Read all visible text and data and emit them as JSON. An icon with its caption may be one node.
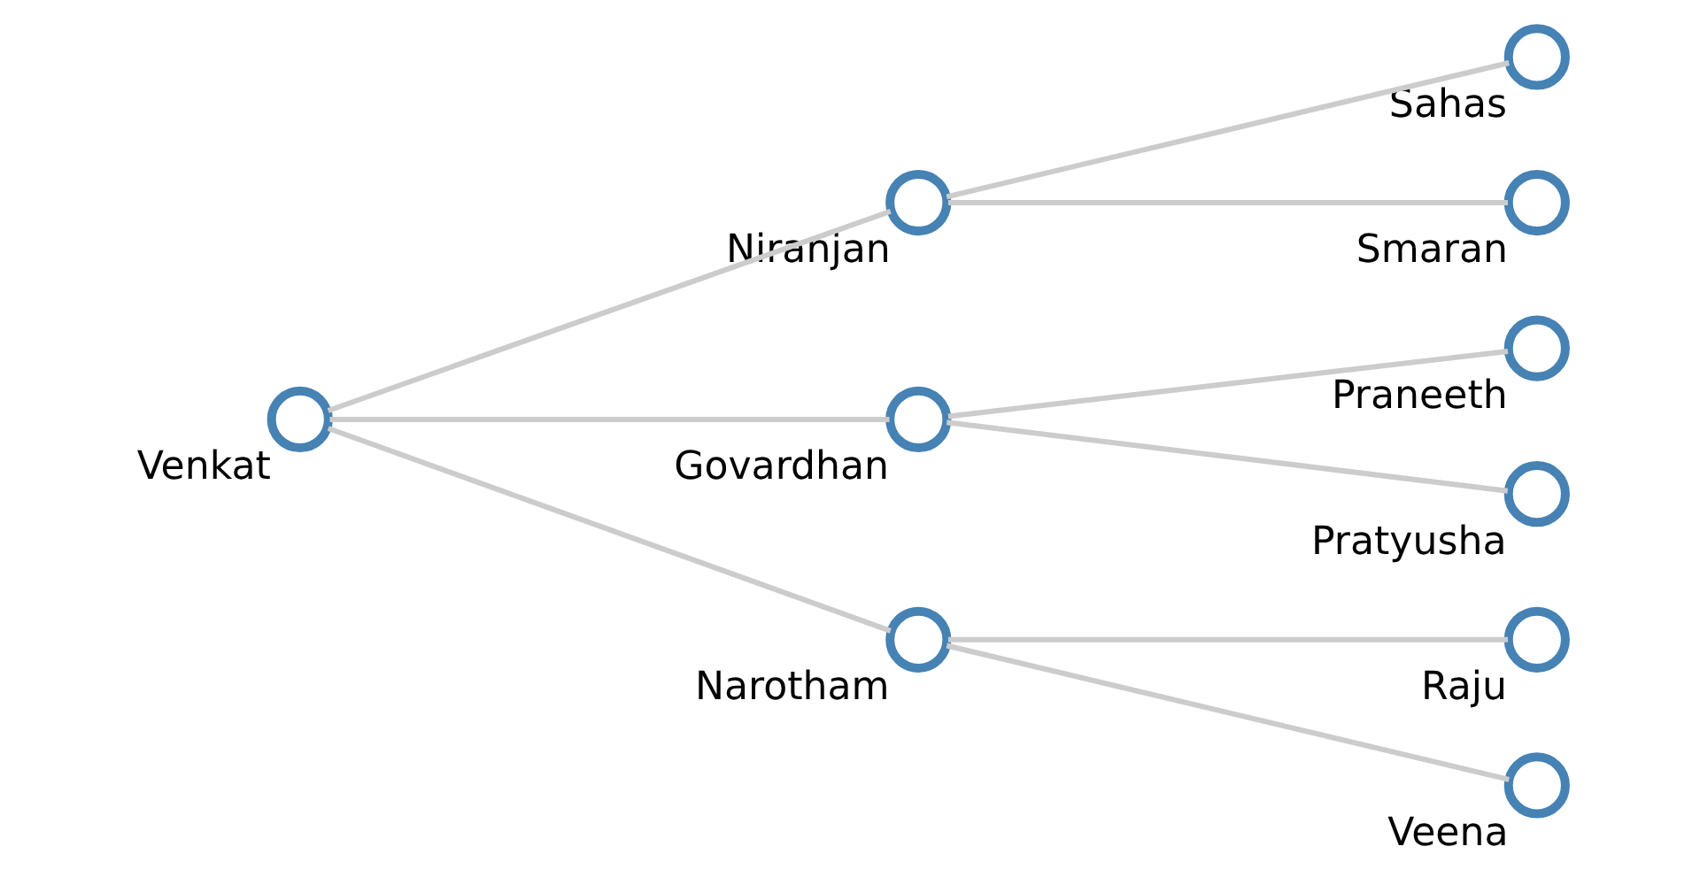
{
  "diagram": {
    "nodes": [
      {
        "text": [],
        "shape": "circle",
        "beside": [
          "Venkat"
        ]
      },
      {
        "text": [],
        "shape": "circle",
        "beside": [
          "Niranjan"
        ]
      },
      {
        "text": [],
        "shape": "circle",
        "beside": [
          "Sahas"
        ]
      },
      {
        "text": [],
        "shape": "circle",
        "beside": [
          "Smaran"
        ]
      },
      {
        "text": [],
        "shape": "circle",
        "beside": [
          "Govardhan"
        ]
      },
      {
        "text": [],
        "shape": "circle",
        "beside": [
          "Praneeth"
        ]
      },
      {
        "text": [],
        "shape": "circle",
        "beside": [
          "Pratyusha"
        ]
      },
      {
        "text": [],
        "shape": "circle",
        "beside": [
          "Narotham"
        ]
      },
      {
        "text": [],
        "shape": "circle",
        "beside": [
          "Raju"
        ]
      },
      {
        "text": [],
        "shape": "circle",
        "beside": [
          "Veena"
        ]
      }
    ],
    "edges": [
      {
        "from": 0,
        "to": 1,
        "arrow": "none"
      },
      {
        "from": 0,
        "to": 4,
        "arrow": "none"
      },
      {
        "from": 0,
        "to": 7,
        "arrow": "none"
      },
      {
        "from": 1,
        "to": 2,
        "arrow": "none"
      },
      {
        "from": 1,
        "to": 3,
        "arrow": "none"
      },
      {
        "from": 4,
        "to": 5,
        "arrow": "none"
      },
      {
        "from": 4,
        "to": 6,
        "arrow": "none"
      },
      {
        "from": 7,
        "to": 8,
        "arrow": "none"
      },
      {
        "from": 7,
        "to": 9,
        "arrow": "none"
      }
    ]
  }
}
